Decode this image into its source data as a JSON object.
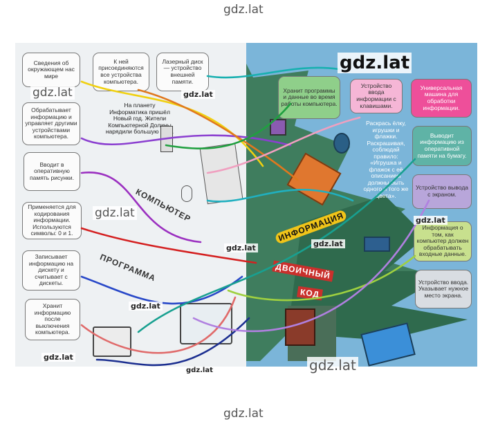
{
  "watermarks": {
    "top": "gdz.lat",
    "bottom": "gdz.lat",
    "large": "gdz.lat",
    "list": [
      "gdz.lat",
      "gdz.lat",
      "gdz.lat",
      "gdz.lat",
      "gdz.lat",
      "gdz.lat",
      "gdz.lat",
      "gdz.lat"
    ]
  },
  "left_boxes": [
    "Сведения об окружающем нас мире",
    "Обрабатывает информацию и управляет другими устройствами компьютера.",
    "Вводит в оперативную память рисунки.",
    "Применяется для кодирования информации. Используются символы: 0 и 1.",
    "Записывает информацию на дискету и считывает с дискеты.",
    "Хранит информацию после выключения компьютера."
  ],
  "top_boxes": [
    "К ней присоединяются все устройства компьютера.",
    "Лазерный диск — устройство внешней памяти."
  ],
  "right_boxes": {
    "green": "Хранит программы и данные во время работы компьютера.",
    "input": "Устройство ввода информации с клавишами.",
    "universal": "Универсальная машина для обработки информации.",
    "printer": "Выводит информацию из оперативной памяти на бумагу.",
    "display": "Устройство вывода с экраном.",
    "info": "Информация о том, как компьютер должен обрабатывать входные данные.",
    "pointer": "Устройство ввода. Указывает нужное место экрана."
  },
  "story_left": "На планету Информатика пришёл Новый год. Жители Компьютерной Долины нарядили большую ёлку.",
  "story_right": "Раскрась ёлку, игрушки и флажки. Раскрашивая, соблюдай правило: «Игрушка и флажок с её описанием должны быть одного и того же цвета».",
  "garlands": {
    "computer": "КОМПЬЮТЕР",
    "program": "ПРОГРАММА",
    "information": "ИНФОРМАЦИЯ",
    "binary": "ДВОИЧНЫЙ",
    "code": "КОД"
  },
  "colors": {
    "tree": "#3f7d5e",
    "sky": "#7bb5d9",
    "green_box": "#8fcf8a",
    "pink_box": "#f5b6d6",
    "magenta_box": "#ee4f9a",
    "teal_box": "#5fb3a6",
    "violet_box": "#b8a6da",
    "lime_box": "#c8e08e",
    "gray_box": "#d9dde2",
    "garland_red": "#c9302c",
    "garland_yellow": "#f0c419"
  }
}
